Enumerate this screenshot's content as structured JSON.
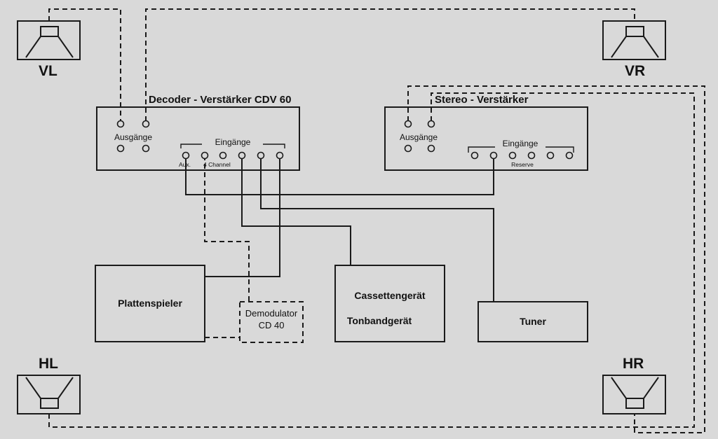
{
  "speakers": {
    "front_left": "VL",
    "front_right": "VR",
    "rear_left": "HL",
    "rear_right": "HR"
  },
  "decoder": {
    "title": "Decoder - Verstärker CDV 60",
    "outputs_label": "Ausgänge",
    "inputs_label": "Eingänge",
    "aux_label": "Aux.",
    "four_channel_label": "4 Channel"
  },
  "stereo": {
    "title": "Stereo - Verstärker",
    "outputs_label": "Ausgänge",
    "inputs_label": "Eingänge",
    "reserve_label": "Reserve"
  },
  "devices": {
    "turntable": "Plattenspieler",
    "demodulator_line1": "Demodulator",
    "demodulator_line2": "CD 40",
    "cassette": "Cassettengerät",
    "tape": "Tonbandgerät",
    "tuner": "Tuner"
  },
  "colors": {
    "background": "#d9d9d9",
    "line": "#1a1a1a"
  }
}
